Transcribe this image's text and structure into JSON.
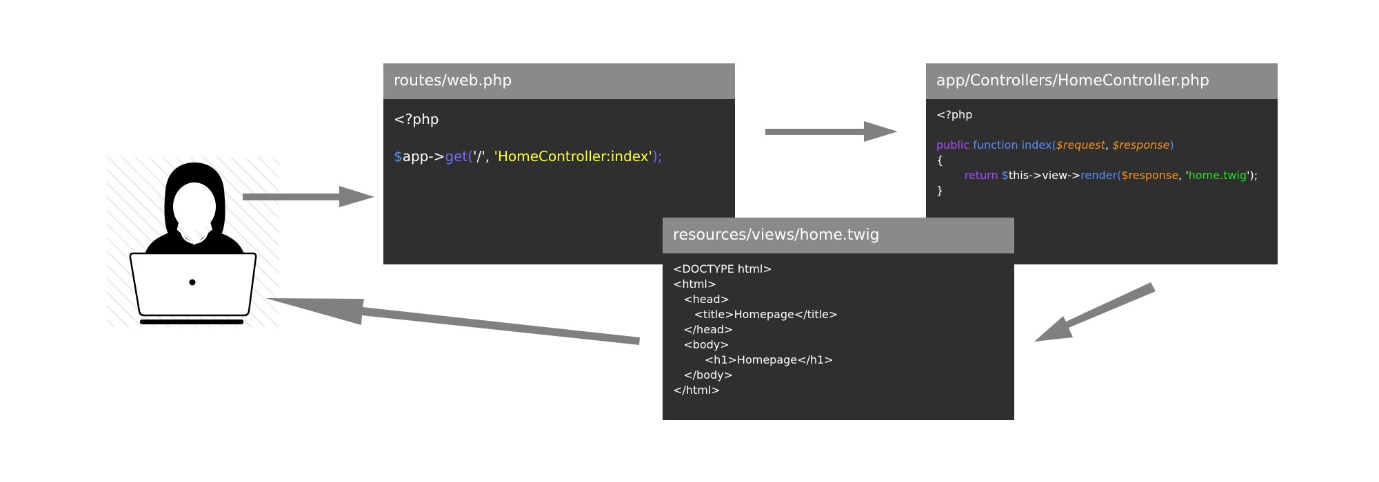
{
  "routes": {
    "title": "routes/web.php",
    "line1": "<?php",
    "line2": {
      "dollar": "$",
      "app": "app->",
      "get": "get",
      "open_paren": "(",
      "slash_arg": "'/', ",
      "handler": "'HomeController:index'",
      "close": ");"
    }
  },
  "controller": {
    "title": "app/Controllers/HomeController.php",
    "line1": "<?php",
    "sig": {
      "public": "public",
      "function": " function ",
      "name": "index(",
      "req": "$request",
      "comma": ", ",
      "res": "$response",
      "close": ")"
    },
    "open_brace": "{",
    "ret": {
      "indent": "        ",
      "return": "return",
      "dollar": " $",
      "this": "this->view->",
      "render": "render(",
      "res": "$response",
      "comma": ", '",
      "tpl": "home.twig",
      "end": "');"
    },
    "close_brace": "}"
  },
  "twig": {
    "title": "resources/views/home.twig",
    "lines": [
      "<DOCTYPE html>",
      "<html>",
      "   <head>",
      "      <title>Homepage</title>",
      "   </head>",
      "   <body>",
      "         <h1>Homepage</h1>",
      "   </body>",
      "</html>"
    ]
  },
  "user": {
    "icon": "user-at-laptop-icon"
  },
  "colors": {
    "panel_bg": "#2f2f2f",
    "header_bg": "#8a8a8a",
    "arrow": "#808080",
    "keyword": "#a64dff",
    "function": "#5b8ef5",
    "string_yellow": "#ffff3a",
    "variable": "#f5931f",
    "string_green": "#26e026"
  }
}
